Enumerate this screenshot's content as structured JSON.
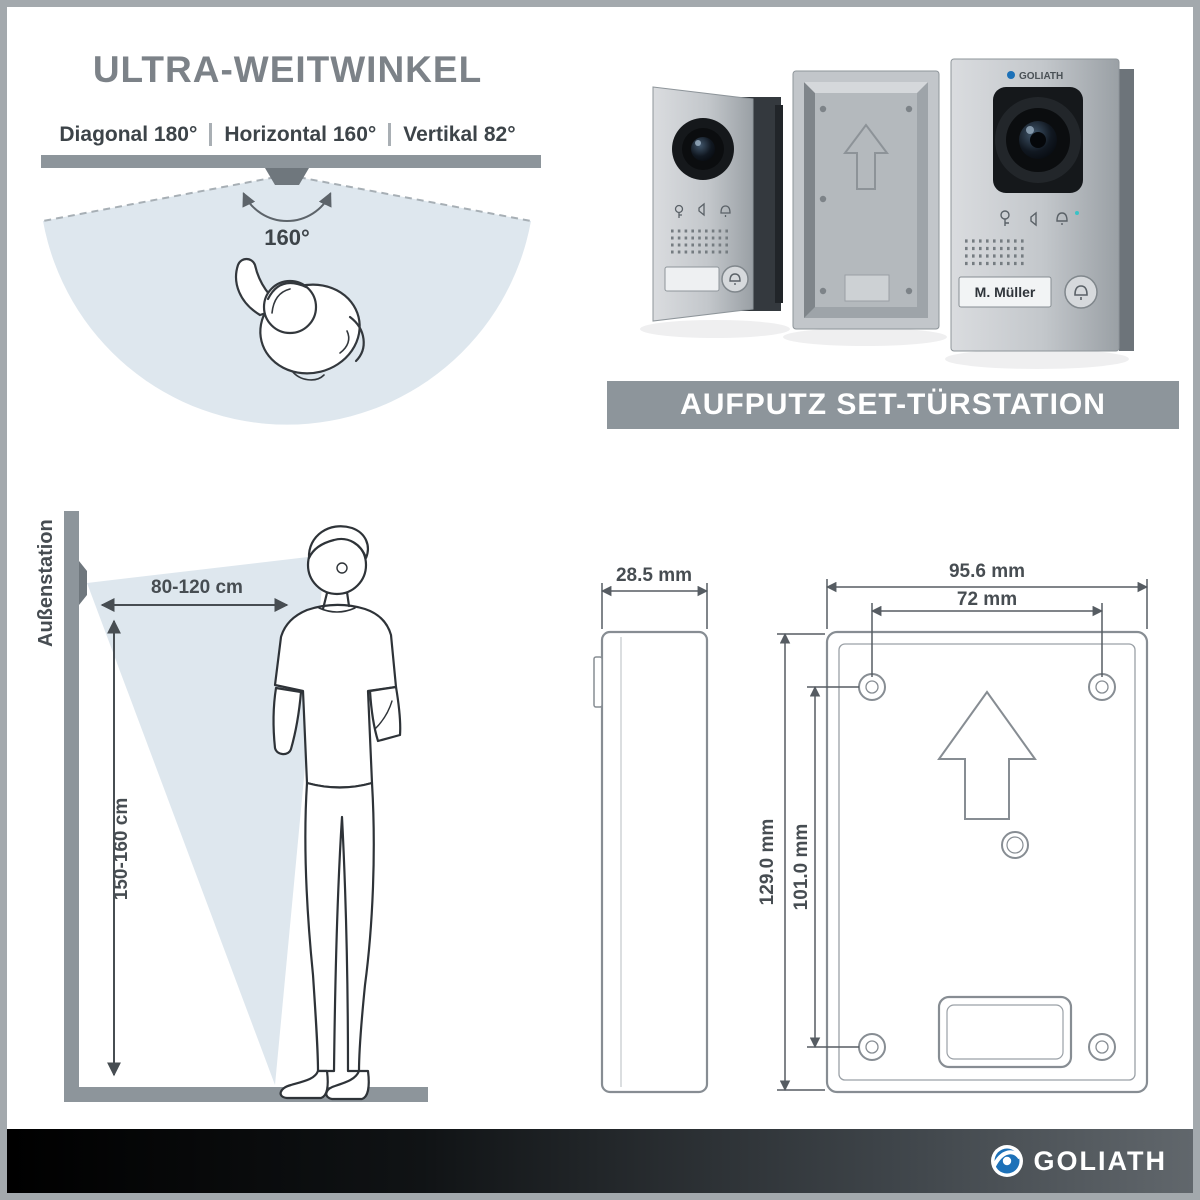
{
  "wide_angle": {
    "title": "ULTRA-WEITWINKEL",
    "specs": [
      "Diagonal 180°",
      "Horizontal 160°",
      "Vertikal 82°"
    ],
    "angle_label": "160°"
  },
  "product": {
    "banner": "AUFPUTZ SET-TÜRSTATION",
    "device_logo": "GOLIATH",
    "nameplate": "M. Müller"
  },
  "mounting": {
    "side_label": "Außenstation",
    "distance_label": "80-120 cm",
    "height_label": "150-160 cm"
  },
  "drawing": {
    "depth": "28.5 mm",
    "width": "95.6 mm",
    "hole_spacing_width": "72 mm",
    "height": "129.0 mm",
    "hole_spacing_height": "101.0 mm"
  },
  "footer": {
    "brand": "GOLIATH"
  },
  "colors": {
    "accent_gray": "#8d959b",
    "cone_blue": "#dee7ee",
    "text_dark": "#474d52",
    "title_gray": "#7c8288",
    "logo_blue": "#1d71b8"
  }
}
